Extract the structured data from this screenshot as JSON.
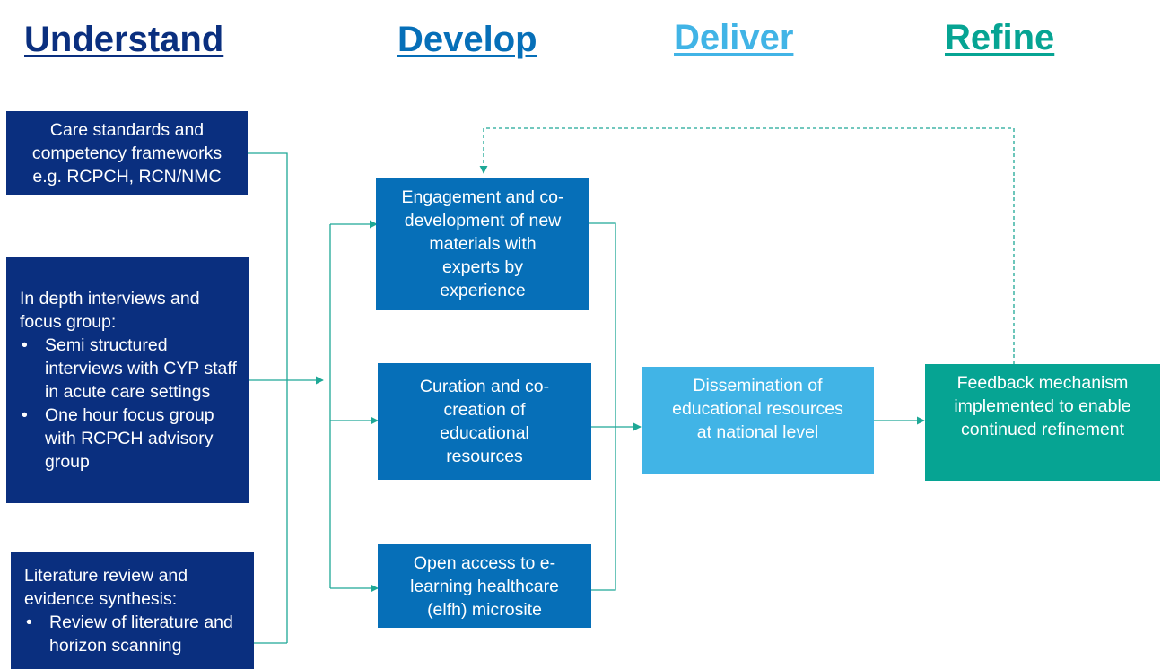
{
  "headings": {
    "understand": "Understand",
    "develop": "Develop",
    "deliver": "Deliver",
    "refine": "Refine"
  },
  "colors": {
    "understand": "#0a2f7f",
    "develop": "#066fb8",
    "deliver": "#41b4e6",
    "refine": "#06a493",
    "connector": "#1ea896"
  },
  "understand": {
    "care_standards": [
      "Care standards and",
      "competency frameworks",
      "e.g. RCPCH, RCN/NMC"
    ],
    "interviews": {
      "intro": "In depth interviews and focus group:",
      "bullets": [
        "Semi structured interviews with CYP staff in acute care settings",
        "One hour focus group with RCPCH advisory group"
      ]
    },
    "literature": {
      "intro": "Literature review and evidence synthesis:",
      "bullets": [
        "Review of literature and horizon scanning"
      ]
    }
  },
  "develop": {
    "engagement": [
      "Engagement and co-",
      "development of new",
      "materials with",
      "experts by",
      "experience"
    ],
    "curation": [
      "Curation and co-",
      "creation of",
      "educational",
      "resources"
    ],
    "open_access": [
      "Open access to e-",
      "learning healthcare",
      "(elfh) microsite"
    ]
  },
  "deliver": {
    "dissemination": [
      "Dissemination of",
      "educational resources",
      "at national level"
    ]
  },
  "refine": {
    "feedback": [
      "Feedback mechanism",
      "implemented to enable",
      "continued refinement"
    ]
  }
}
